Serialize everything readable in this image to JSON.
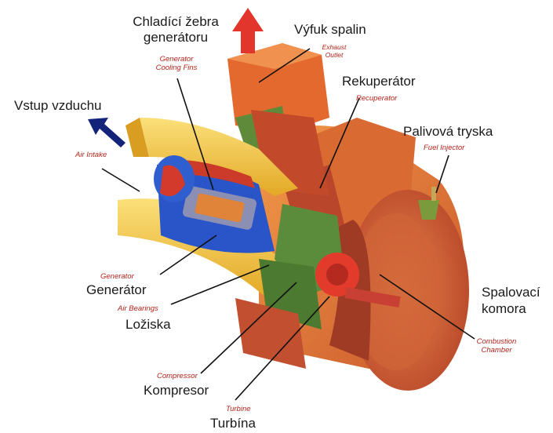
{
  "labels": {
    "fins_cz_1": "Chladící žebra",
    "fins_cz_2": "generátoru",
    "fins_en_1": "Generator",
    "fins_en_2": "Cooling Fins",
    "exhaust_cz": "Výfuk spalin",
    "exhaust_en_1": "Exhaust",
    "exhaust_en_2": "Outlet",
    "recup_cz": "Rekuperátor",
    "recup_en": "Recuperator",
    "air_cz": "Vstup vzduchu",
    "air_en": "Air Intake",
    "fuel_cz": "Palivová tryska",
    "fuel_en": "Fuel Injector",
    "gen_en": "Generator",
    "gen_cz": "Generátor",
    "comb_cz_1": "Spalovací",
    "comb_cz_2": "komora",
    "comb_en_1": "Combustion",
    "comb_en_2": "Chamber",
    "bear_en": "Air Bearings",
    "bear_cz": "Ložiska",
    "comp_en": "Compressor",
    "comp_cz": "Kompresor",
    "turb_en": "Turbine",
    "turb_cz": "Turbína"
  },
  "colors": {
    "exhaust_arrow": "#e2352b",
    "intake_arrow": "#14237a",
    "housing_orange": "#e07a34",
    "recuperator_red": "#c4462a",
    "generator_blue": "#2b57c8",
    "yellow_shell": "#f2c23a",
    "green_parts": "#5a8a3a",
    "label_red": "#b3241c"
  }
}
